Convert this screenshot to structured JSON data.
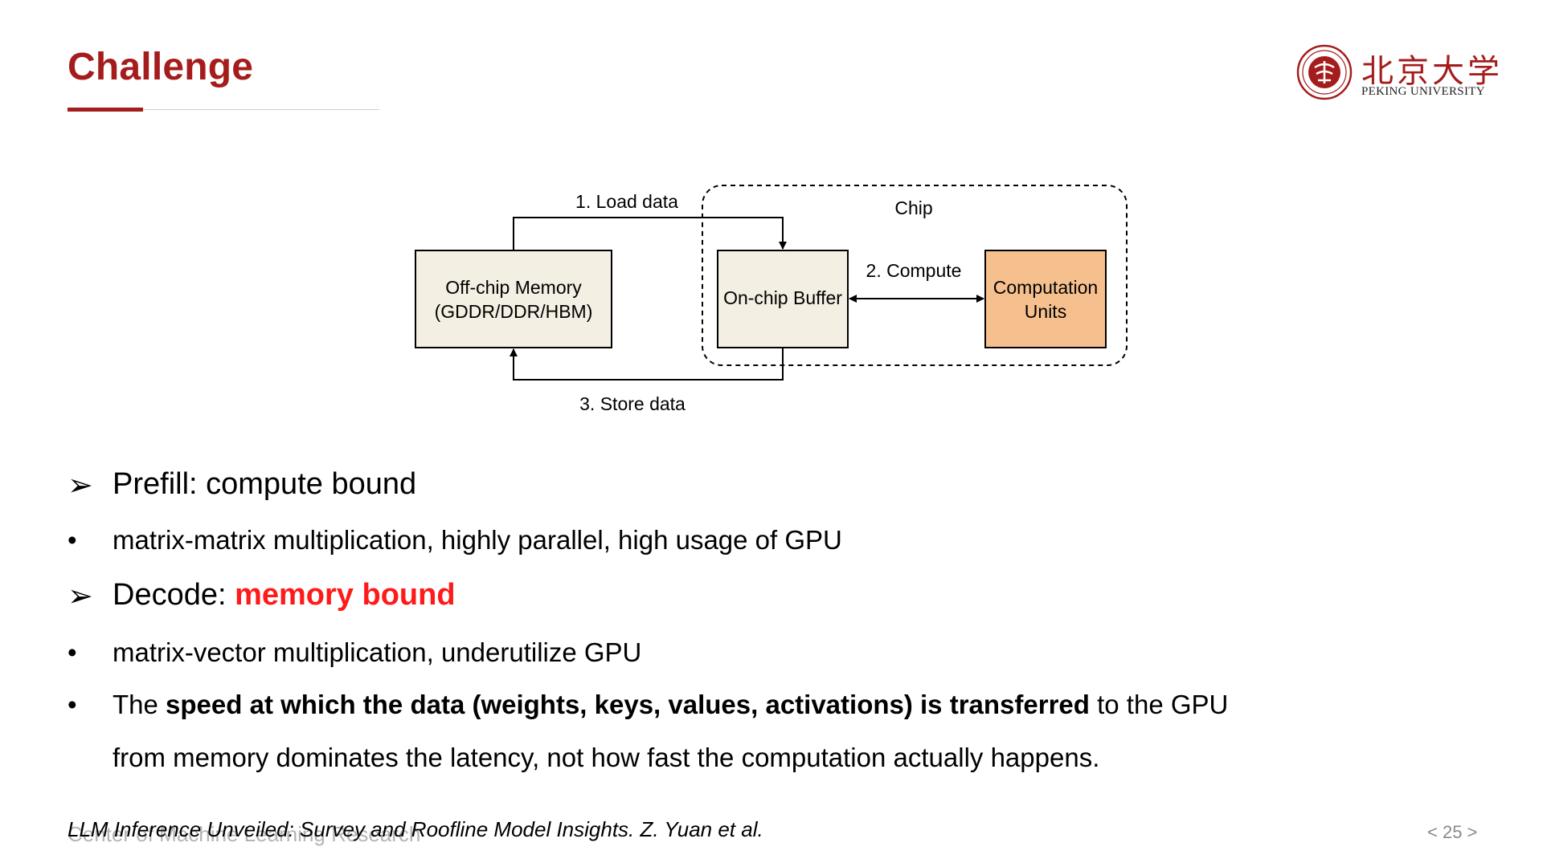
{
  "slide": {
    "title": "Challenge",
    "logo": {
      "name_cn": "北京大学",
      "name_en": "PEKING UNIVERSITY"
    },
    "diagram": {
      "chip_label": "Chip",
      "offchip_line1": "Off-chip Memory",
      "offchip_line2": "(GDDR/DDR/HBM)",
      "buffer_label": "On-chip Buffer",
      "compute_line1": "Computation",
      "compute_line2": "Units",
      "load_label": "1. Load data",
      "compute_label": "2. Compute",
      "store_label": "3. Store data"
    },
    "bullets": {
      "prefill_heading": "Prefill: compute bound",
      "prefill_point": "matrix-matrix multiplication, highly parallel, high usage of GPU",
      "decode_prefix": "Decode: ",
      "decode_highlight": "memory bound",
      "decode_point1": "matrix-vector multiplication, underutilize GPU",
      "decode_point2_pre": "The ",
      "decode_point2_bold": "speed at which the data (weights, keys, values, activations) is transferred",
      "decode_point2_post": " to the GPU",
      "decode_point2_line2": "from memory dominates the latency, not how fast the computation actually happens."
    },
    "footer": {
      "reference": "LLM Inference Unveiled: Survey and Roofline Model Insights. Z. Yuan et al.",
      "organization": "Center of Machine Learning Research",
      "page_number": "< 25 >"
    },
    "colors": {
      "brand_red": "#a51c1c",
      "highlight_red": "#ff1a1a",
      "box_fill": "#f4efe3",
      "compute_fill": "#f6c08e"
    }
  }
}
